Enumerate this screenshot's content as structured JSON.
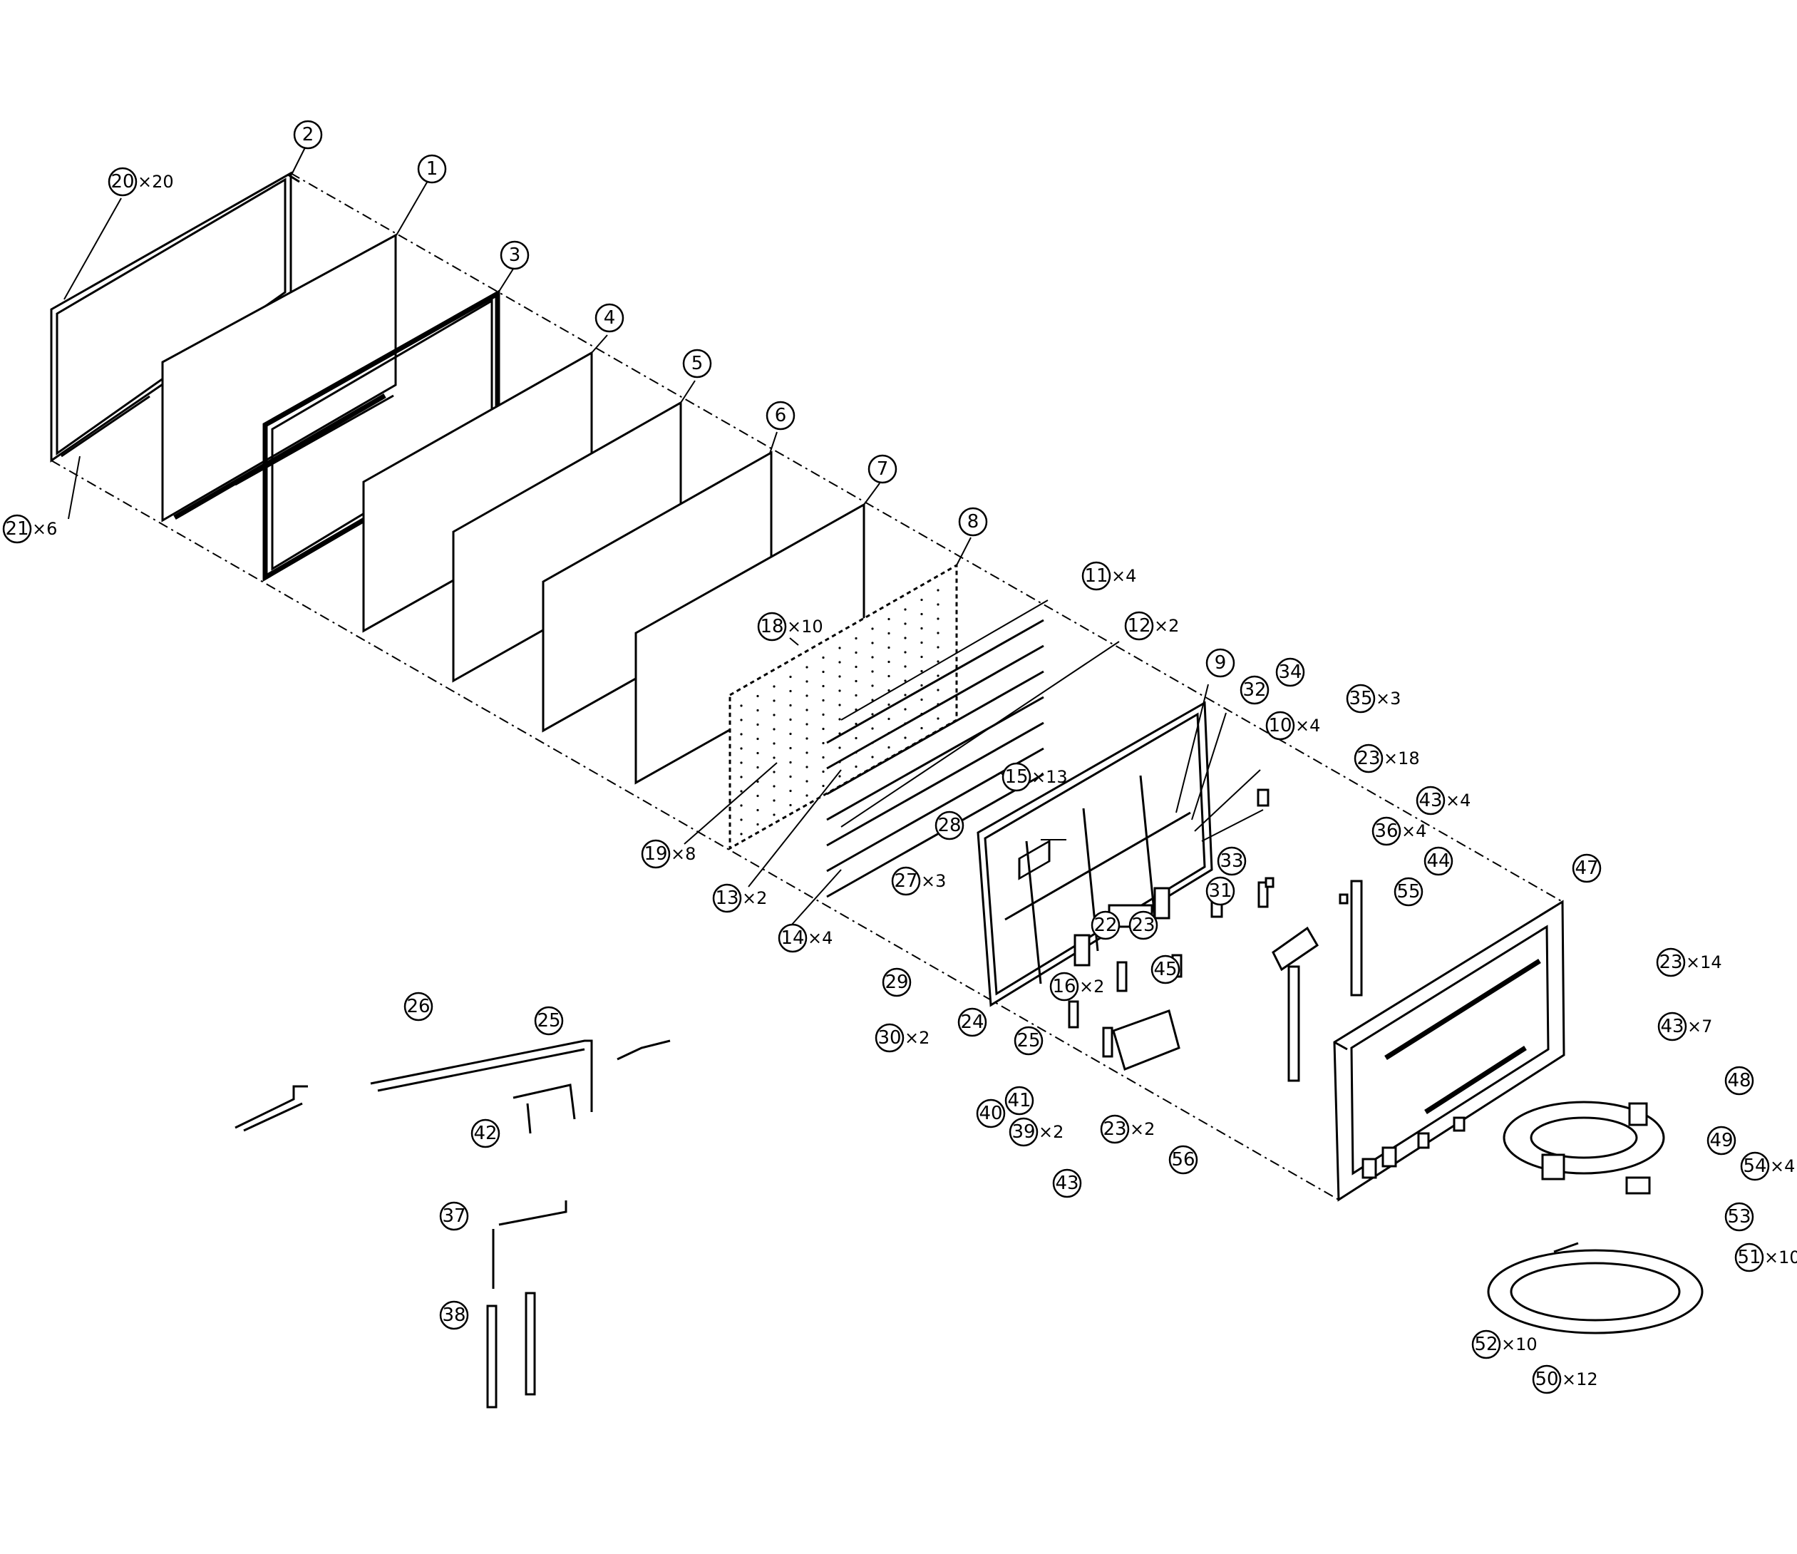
{
  "callouts": [
    {
      "id": "c-1",
      "num": "1",
      "qty": ""
    },
    {
      "id": "c-2",
      "num": "2",
      "qty": ""
    },
    {
      "id": "c-3",
      "num": "3",
      "qty": ""
    },
    {
      "id": "c-4",
      "num": "4",
      "qty": ""
    },
    {
      "id": "c-5",
      "num": "5",
      "qty": ""
    },
    {
      "id": "c-6",
      "num": "6",
      "qty": ""
    },
    {
      "id": "c-7",
      "num": "7",
      "qty": ""
    },
    {
      "id": "c-8",
      "num": "8",
      "qty": ""
    },
    {
      "id": "c-9",
      "num": "9",
      "qty": ""
    },
    {
      "id": "c-10",
      "num": "10",
      "qty": "×4"
    },
    {
      "id": "c-11",
      "num": "11",
      "qty": "×4"
    },
    {
      "id": "c-12",
      "num": "12",
      "qty": "×2"
    },
    {
      "id": "c-13",
      "num": "13",
      "qty": "×2"
    },
    {
      "id": "c-14",
      "num": "14",
      "qty": "×4"
    },
    {
      "id": "c-15",
      "num": "15",
      "qty": "×13"
    },
    {
      "id": "c-16",
      "num": "16",
      "qty": "×2"
    },
    {
      "id": "c-18",
      "num": "18",
      "qty": "×10"
    },
    {
      "id": "c-19",
      "num": "19",
      "qty": "×8"
    },
    {
      "id": "c-20",
      "num": "20",
      "qty": "×20"
    },
    {
      "id": "c-21",
      "num": "21",
      "qty": "×6"
    },
    {
      "id": "c-22",
      "num": "22",
      "qty": ""
    },
    {
      "id": "c-23a",
      "num": "23",
      "qty": "×18"
    },
    {
      "id": "c-23b",
      "num": "23",
      "qty": ""
    },
    {
      "id": "c-23c",
      "num": "23",
      "qty": "×2"
    },
    {
      "id": "c-23d",
      "num": "23",
      "qty": "×14"
    },
    {
      "id": "c-24",
      "num": "24",
      "qty": ""
    },
    {
      "id": "c-25a",
      "num": "25",
      "qty": ""
    },
    {
      "id": "c-25b",
      "num": "25",
      "qty": ""
    },
    {
      "id": "c-26",
      "num": "26",
      "qty": ""
    },
    {
      "id": "c-27",
      "num": "27",
      "qty": "×3"
    },
    {
      "id": "c-28",
      "num": "28",
      "qty": ""
    },
    {
      "id": "c-29",
      "num": "29",
      "qty": ""
    },
    {
      "id": "c-30",
      "num": "30",
      "qty": "×2"
    },
    {
      "id": "c-31",
      "num": "31",
      "qty": ""
    },
    {
      "id": "c-32",
      "num": "32",
      "qty": ""
    },
    {
      "id": "c-33",
      "num": "33",
      "qty": ""
    },
    {
      "id": "c-34",
      "num": "34",
      "qty": ""
    },
    {
      "id": "c-35",
      "num": "35",
      "qty": "×3"
    },
    {
      "id": "c-36",
      "num": "36",
      "qty": "×4"
    },
    {
      "id": "c-37",
      "num": "37",
      "qty": ""
    },
    {
      "id": "c-38",
      "num": "38",
      "qty": ""
    },
    {
      "id": "c-39",
      "num": "39",
      "qty": "×2"
    },
    {
      "id": "c-40",
      "num": "40",
      "qty": ""
    },
    {
      "id": "c-41",
      "num": "41",
      "qty": ""
    },
    {
      "id": "c-42",
      "num": "42",
      "qty": ""
    },
    {
      "id": "c-43a",
      "num": "43",
      "qty": "×4"
    },
    {
      "id": "c-43b",
      "num": "43",
      "qty": ""
    },
    {
      "id": "c-43c",
      "num": "43",
      "qty": "×7"
    },
    {
      "id": "c-44",
      "num": "44",
      "qty": ""
    },
    {
      "id": "c-45",
      "num": "45",
      "qty": ""
    },
    {
      "id": "c-47",
      "num": "47",
      "qty": ""
    },
    {
      "id": "c-48",
      "num": "48",
      "qty": ""
    },
    {
      "id": "c-49",
      "num": "49",
      "qty": ""
    },
    {
      "id": "c-50",
      "num": "50",
      "qty": "×12"
    },
    {
      "id": "c-51",
      "num": "51",
      "qty": "×10"
    },
    {
      "id": "c-52",
      "num": "52",
      "qty": "×10"
    },
    {
      "id": "c-53",
      "num": "53",
      "qty": ""
    },
    {
      "id": "c-54",
      "num": "54",
      "qty": "×4"
    },
    {
      "id": "c-55",
      "num": "55",
      "qty": ""
    },
    {
      "id": "c-56",
      "num": "56",
      "qty": ""
    }
  ]
}
